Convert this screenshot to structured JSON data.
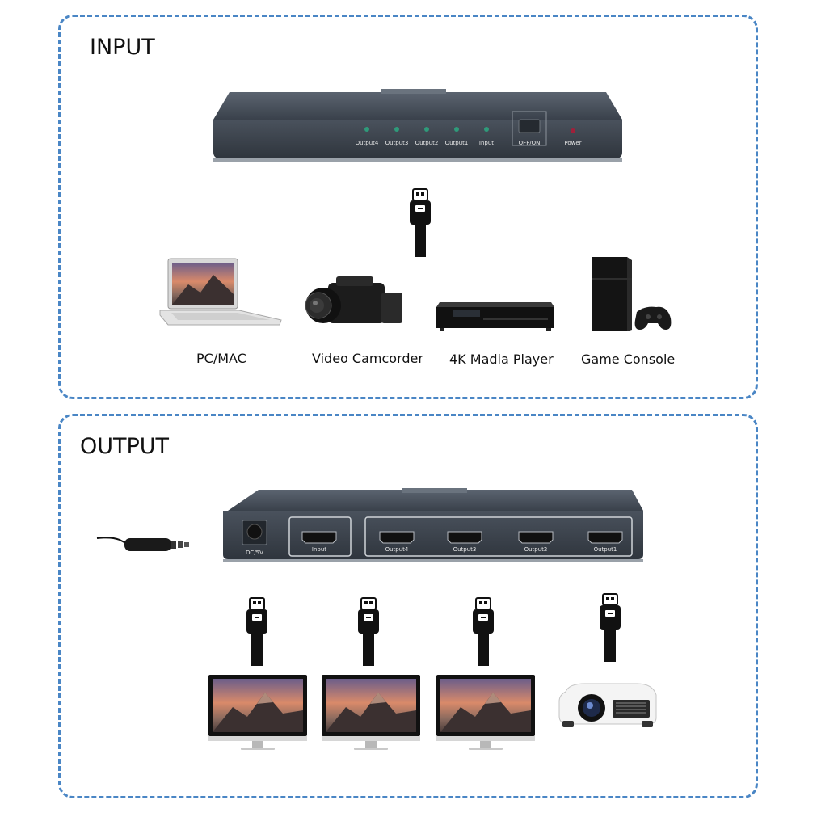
{
  "input_section": {
    "title": "INPUT",
    "splitter_front": {
      "led_labels": [
        "Output4",
        "Output3",
        "Output2",
        "Output1",
        "Input"
      ],
      "switch_label": "OFF/ON",
      "power_label": "Power",
      "led_color": "#2f9a7a",
      "power_led_color": "#a0203a"
    },
    "devices": [
      {
        "label": "PC/MAC",
        "icon": "laptop-icon"
      },
      {
        "label": "Video Camcorder",
        "icon": "camcorder-icon"
      },
      {
        "label": "4K Madia Player",
        "icon": "media-player-icon"
      },
      {
        "label": "Game Console",
        "icon": "game-console-icon"
      }
    ]
  },
  "output_section": {
    "title": "OUTPUT",
    "splitter_back": {
      "dc_label": "DC/5V",
      "input_port_label": "Input",
      "output_port_labels": [
        "Output4",
        "Output3",
        "Output2",
        "Output1"
      ]
    },
    "devices": [
      {
        "icon": "monitor-icon"
      },
      {
        "icon": "monitor-icon"
      },
      {
        "icon": "monitor-icon"
      },
      {
        "icon": "projector-icon"
      }
    ]
  },
  "colors": {
    "panel_border": "#4a86c5",
    "device_body": "#3e4651",
    "cable": "#111111"
  }
}
